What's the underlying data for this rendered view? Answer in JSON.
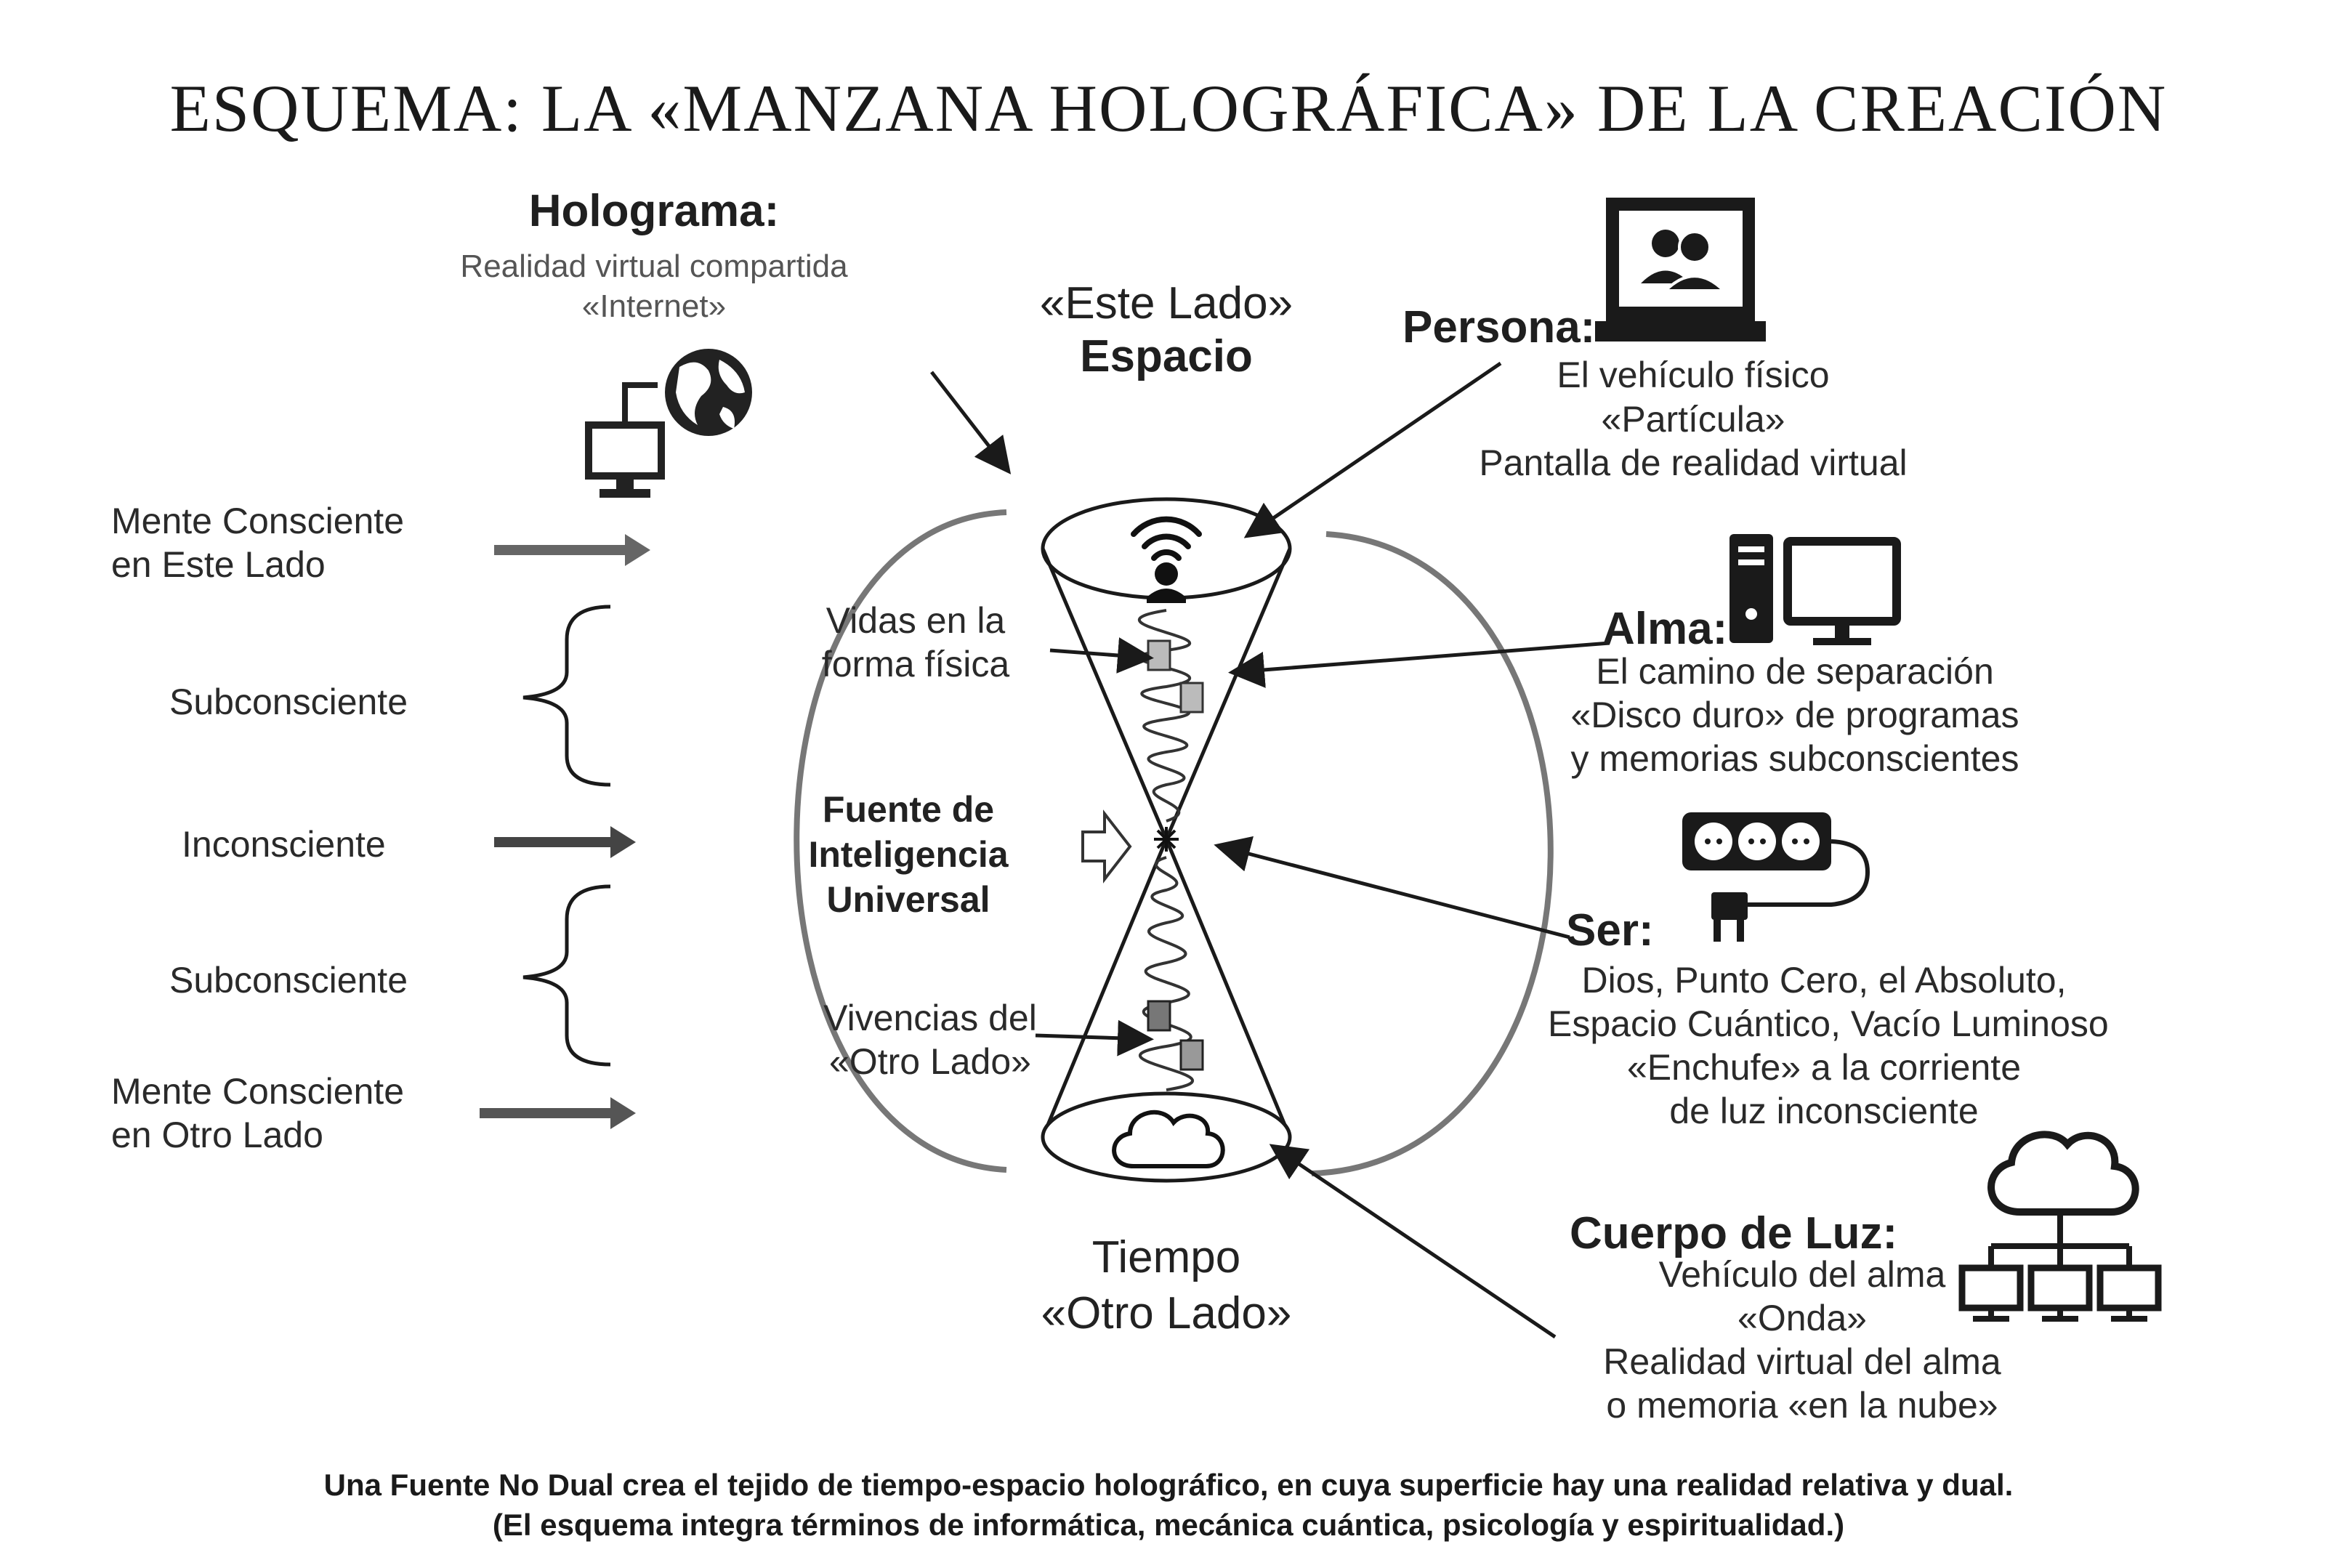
{
  "title": "ESQUEMA: LA «MANZANA HOLOGRÁFICA» DE LA CREACIÓN",
  "holograma": {
    "label": "Holograma:",
    "line1": "Realidad virtual compartida",
    "line2": "«Internet»"
  },
  "este_lado": {
    "line1": "«Este Lado»",
    "line2": "Espacio"
  },
  "tiempo": {
    "line1": "Tiempo",
    "line2": "«Otro Lado»"
  },
  "persona": {
    "label": "Persona:",
    "line1": "El vehículo físico",
    "line2": "«Partícula»",
    "line3": "Pantalla de realidad virtual"
  },
  "alma": {
    "label": "Alma:",
    "line1": "El camino de separación",
    "line2": "«Disco duro» de programas",
    "line3": "y memorias subconscientes"
  },
  "ser": {
    "label": "Ser:",
    "line1": "Dios, Punto Cero, el Absoluto,",
    "line2": "Espacio Cuántico, Vacío Luminoso",
    "line3": "«Enchufe» a la corriente",
    "line4": "de luz inconsciente"
  },
  "cuerpo_luz": {
    "label": "Cuerpo de Luz:",
    "line1": "Vehículo del alma",
    "line2": "«Onda»",
    "line3": "Realidad virtual del alma",
    "line4": "o memoria «en la nube»"
  },
  "left_levels": {
    "mente_este": {
      "line1": "Mente Consciente",
      "line2": "en Este Lado"
    },
    "sub1": "Subconsciente",
    "inconsciente": "Inconsciente",
    "sub2": "Subconsciente",
    "mente_otro": {
      "line1": "Mente Consciente",
      "line2": "en Otro Lado"
    }
  },
  "center": {
    "vidas": {
      "line1": "Vidas en la",
      "line2": "forma física"
    },
    "fuente": {
      "line1": "Fuente de",
      "line2": "Inteligencia",
      "line3": "Universal"
    },
    "vivencias": {
      "line1": "Vivencias del",
      "line2": "«Otro Lado»"
    }
  },
  "caption": {
    "line1": "Una Fuente No Dual crea el tejido de tiempo-espacio holográfico, en cuya superficie hay una realidad relativa y dual.",
    "line2": "(El esquema integra términos de informática, mecánica cuántica, psicología y espiritualidad.)"
  },
  "icons": [
    "globe-icon",
    "computer-icon",
    "wifi-person-icon",
    "cloud-icon",
    "users-monitor-icon",
    "desktop-pc-icon",
    "power-strip-icon",
    "cloud-network-icon"
  ],
  "colors": {
    "ink": "#1a1a1a",
    "gray": "#777777",
    "arrow_gray": "#555555"
  }
}
